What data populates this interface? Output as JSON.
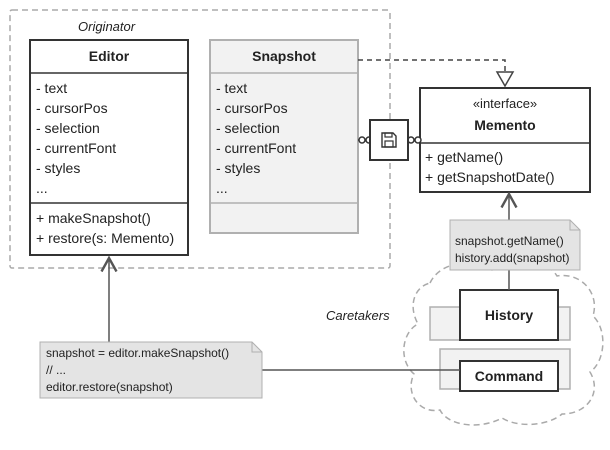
{
  "originator": {
    "label": "Originator"
  },
  "editor": {
    "title": "Editor",
    "fields": [
      "- text",
      "- cursorPos",
      "- selection",
      "- currentFont",
      "- styles",
      "..."
    ],
    "methods": [
      "+ makeSnapshot()",
      "+ restore(s: Memento)"
    ]
  },
  "snapshot": {
    "title": "Snapshot",
    "fields": [
      "- text",
      "- cursorPos",
      "- selection",
      "- currentFont",
      "- styles",
      "..."
    ]
  },
  "memento": {
    "stereotype": "«interface»",
    "title": "Memento",
    "methods": [
      "+ getName()",
      "+ getSnapshotDate()"
    ]
  },
  "icons": {
    "save": "floppy-disk-icon"
  },
  "caretakers": {
    "label": "Caretakers",
    "history": "History",
    "command": "Command"
  },
  "notes": {
    "history_note": [
      "snapshot.getName()",
      "history.add(snapshot)"
    ],
    "editor_note": [
      "snapshot = editor.makeSnapshot()",
      "// ...",
      "editor.restore(snapshot)"
    ]
  },
  "colors": {
    "box_fill": "#ffffff",
    "box_stroke": "#333333",
    "faded_fill": "#f2f2f2",
    "faded_stroke": "#b0b0b0",
    "note_fill": "#e4e4e4",
    "frame_stroke": "#aaaaaa"
  }
}
